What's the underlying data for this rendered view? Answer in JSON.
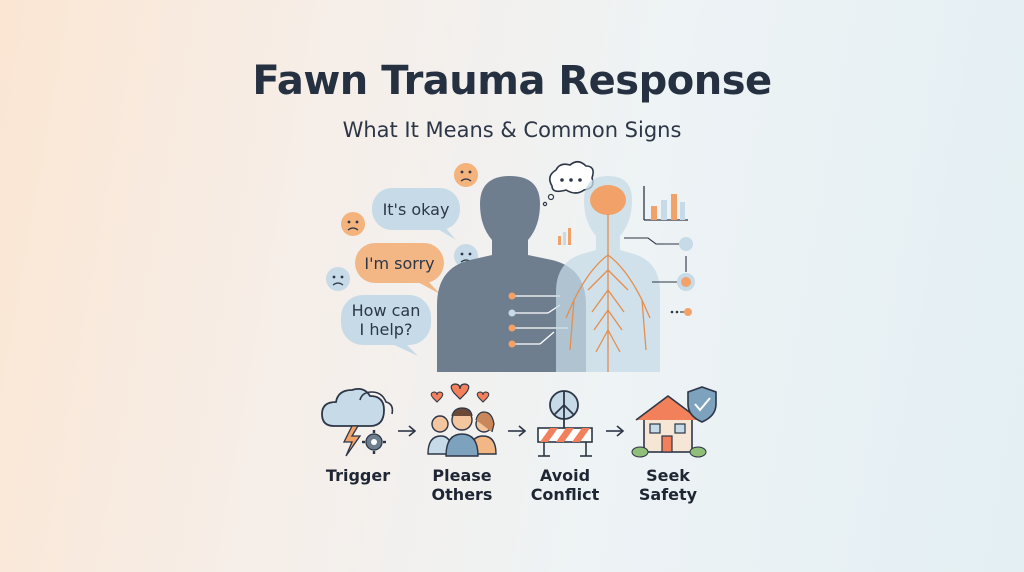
{
  "title": "Fawn Trauma Response",
  "subtitle": "What It Means & Common Signs",
  "bubbles": [
    {
      "text": "It's okay",
      "color": "#c6dbe7"
    },
    {
      "text": "I'm sorry",
      "color": "#f2b785"
    },
    {
      "text": "How can I help?",
      "color": "#c6dbe7"
    }
  ],
  "steps": [
    {
      "label": "Trigger",
      "icon": "storm-cloud-icon"
    },
    {
      "label": "Please Others",
      "icon": "people-hearts-icon"
    },
    {
      "label": "Avoid Conflict",
      "icon": "peace-barrier-icon"
    },
    {
      "label": "Seek Safety",
      "icon": "house-shield-icon"
    }
  ],
  "colors": {
    "accent_orange": "#f2a268",
    "silhouette": "#6f7e8f",
    "light_blue": "#c6dbe7",
    "text_dark": "#253040"
  }
}
